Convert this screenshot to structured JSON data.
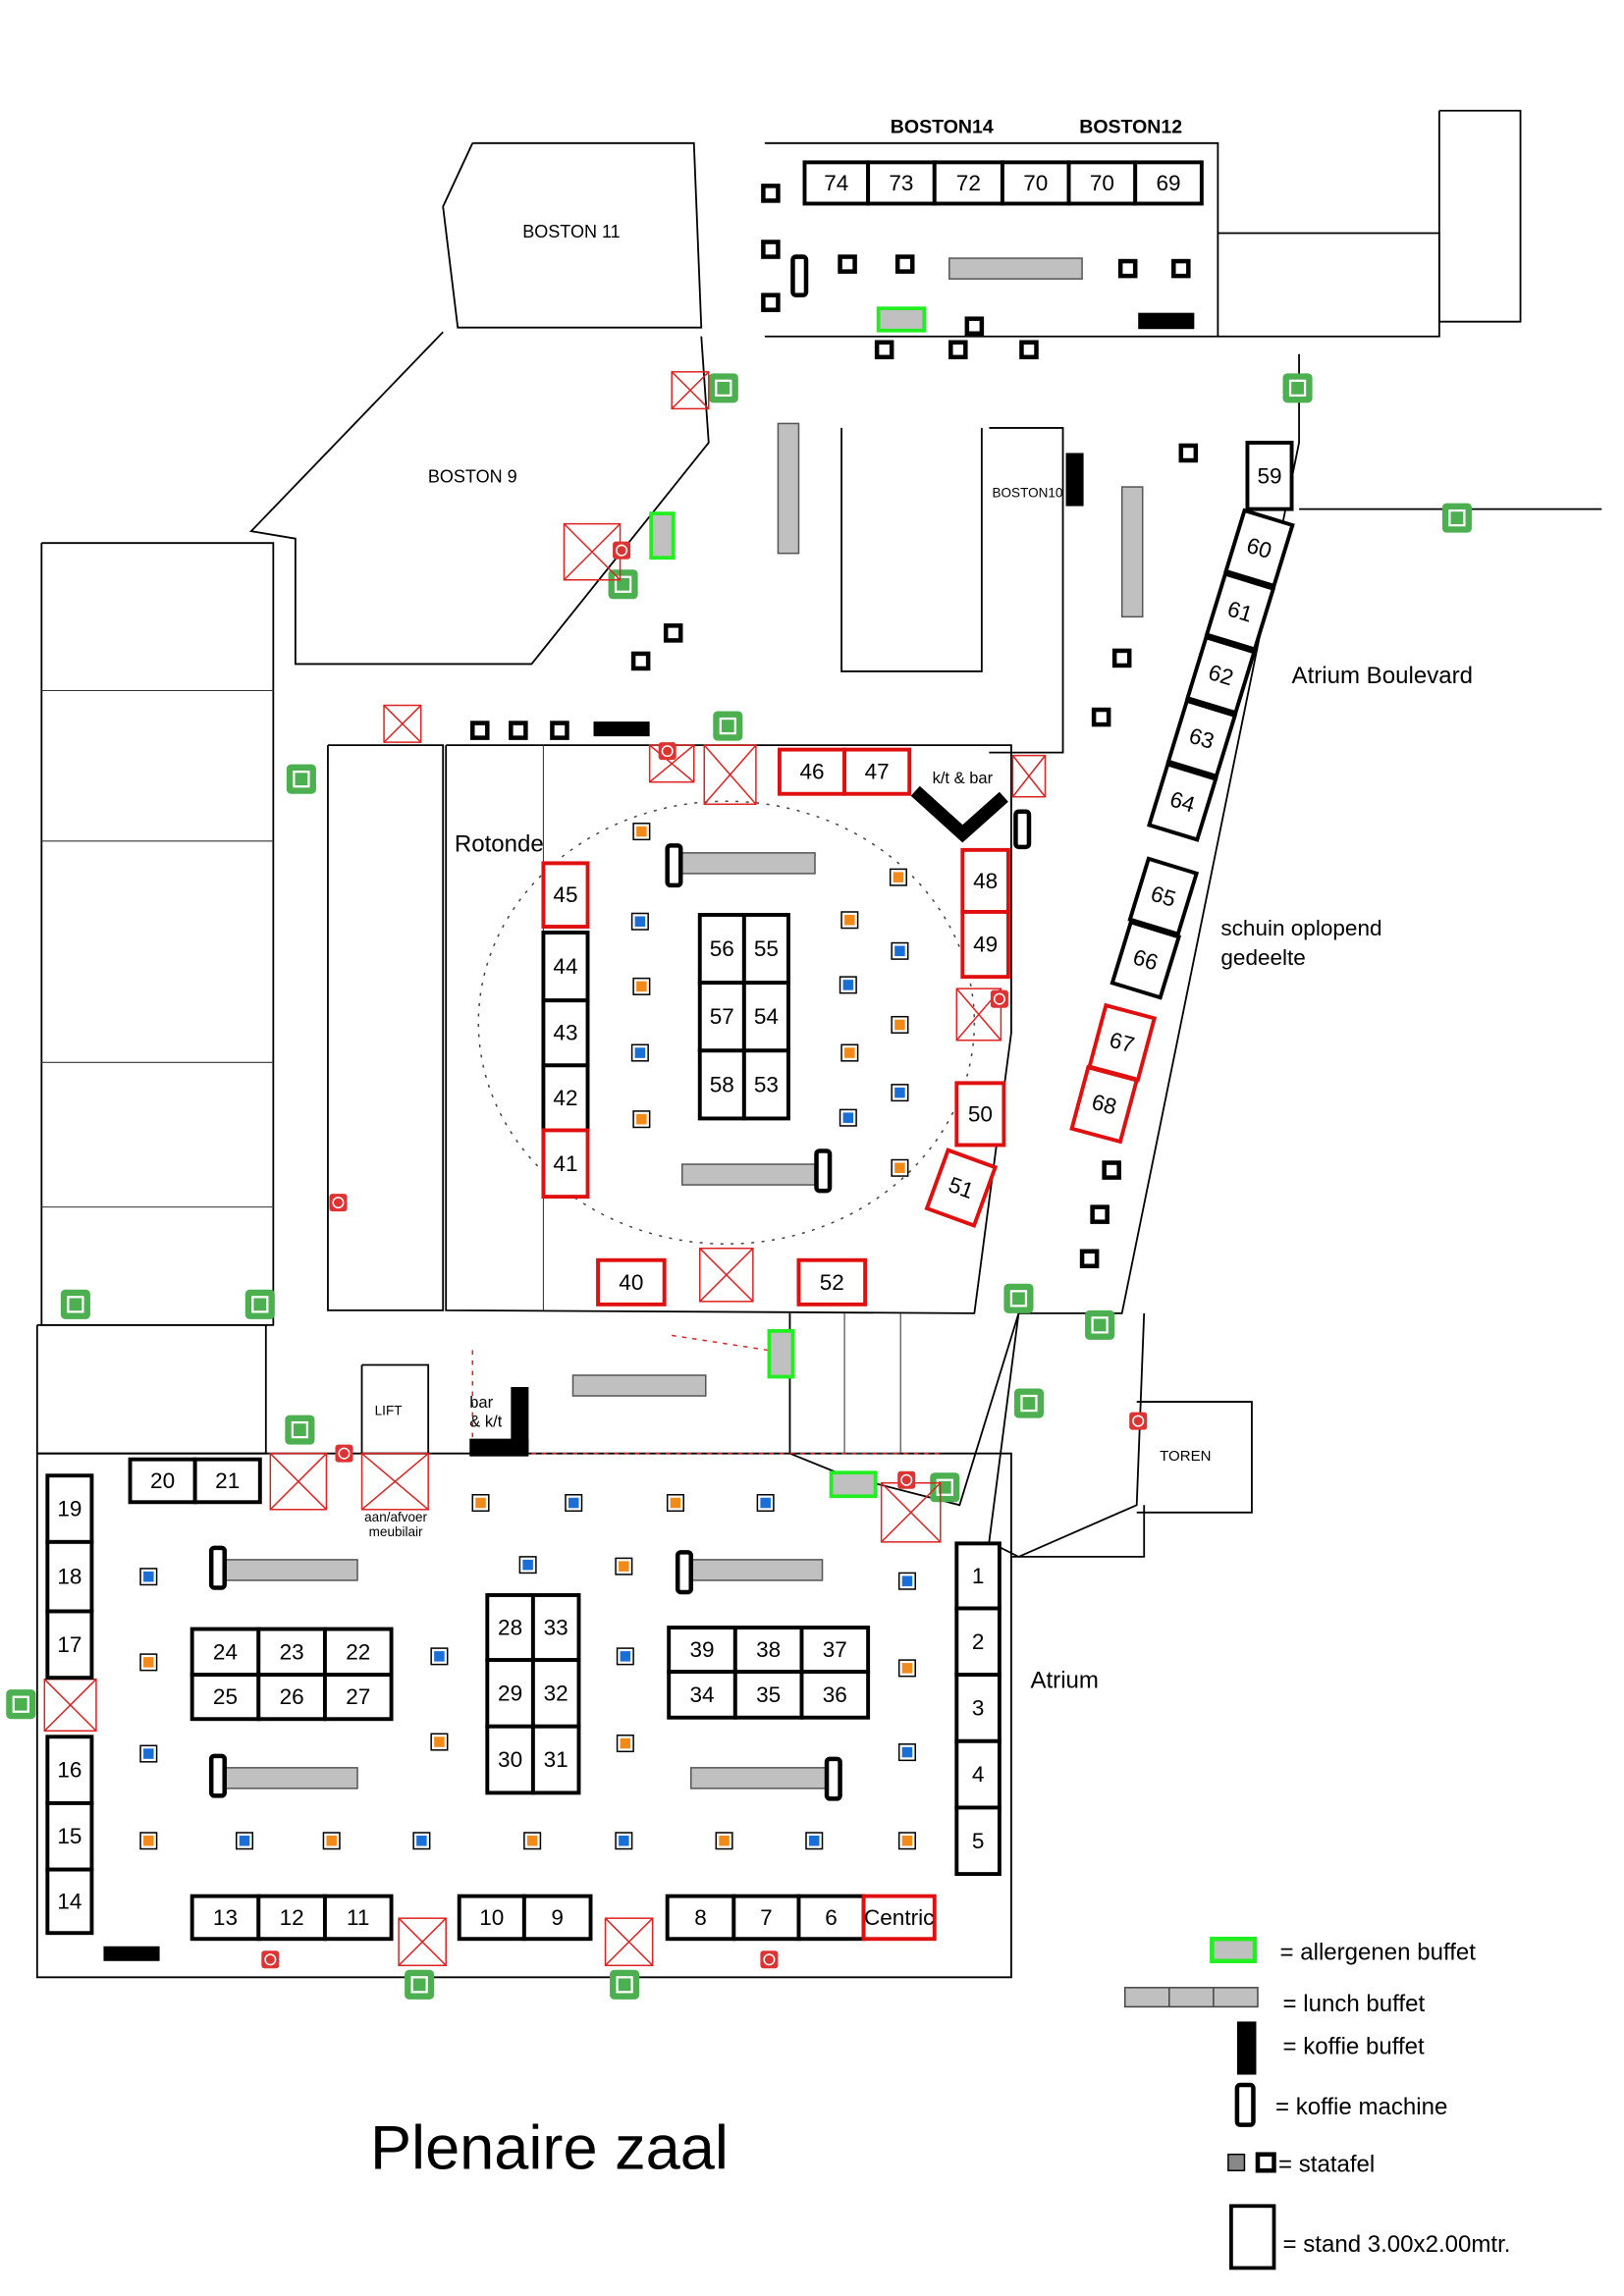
{
  "title": "Plenaire zaal",
  "rooms": {
    "boston14": "BOSTON14",
    "boston12": "BOSTON12",
    "boston11": "BOSTON 11",
    "boston9": "BOSTON 9",
    "boston10": "BOSTON10",
    "rotonde": "Rotonde",
    "kt_bar": "k/t & bar",
    "atrium_boulevard": "Atrium Boulevard",
    "schuin_line1": "schuin oplopend",
    "schuin_line2": "gedeelte",
    "atrium": "Atrium",
    "toren": "TOREN",
    "lift": "LIFT",
    "bar_line1": "bar",
    "bar_line2": "& k/t",
    "meubilair_line1": "aan/afvoer",
    "meubilair_line2": "meubilair"
  },
  "legend": {
    "allergenen": "= allergenen buffet",
    "lunch": "= lunch buffet",
    "koffie_buffet": "= koffie buffet",
    "koffie_machine": "= koffie machine",
    "statafel": "= statafel",
    "stand": "= stand 3.00x2.00mtr."
  },
  "colors": {
    "highlight": "#e01010",
    "normal": "#000000",
    "allergen": "#22ee22",
    "buffet": "#c0c0c0",
    "statafel_orange": "#f28a1a",
    "statafel_blue": "#1a6fd6",
    "exit": "#4caf50",
    "centric_fill": "#d93a2f"
  },
  "stands": [
    {
      "label": "74",
      "highlight": false
    },
    {
      "label": "73",
      "highlight": false
    },
    {
      "label": "72",
      "highlight": false
    },
    {
      "label": "70",
      "highlight": false
    },
    {
      "label": "70",
      "highlight": false
    },
    {
      "label": "69",
      "highlight": false
    },
    {
      "label": "59",
      "highlight": false
    },
    {
      "label": "60",
      "highlight": false
    },
    {
      "label": "61",
      "highlight": false
    },
    {
      "label": "62",
      "highlight": false
    },
    {
      "label": "63",
      "highlight": false
    },
    {
      "label": "64",
      "highlight": false
    },
    {
      "label": "65",
      "highlight": false
    },
    {
      "label": "66",
      "highlight": false
    },
    {
      "label": "67",
      "highlight": true
    },
    {
      "label": "68",
      "highlight": true
    },
    {
      "label": "46",
      "highlight": true
    },
    {
      "label": "47",
      "highlight": true
    },
    {
      "label": "48",
      "highlight": true
    },
    {
      "label": "49",
      "highlight": true
    },
    {
      "label": "45",
      "highlight": true
    },
    {
      "label": "44",
      "highlight": false
    },
    {
      "label": "43",
      "highlight": false
    },
    {
      "label": "42",
      "highlight": false
    },
    {
      "label": "41",
      "highlight": true
    },
    {
      "label": "56",
      "highlight": false
    },
    {
      "label": "55",
      "highlight": false
    },
    {
      "label": "57",
      "highlight": false
    },
    {
      "label": "54",
      "highlight": false
    },
    {
      "label": "58",
      "highlight": false
    },
    {
      "label": "53",
      "highlight": false
    },
    {
      "label": "50",
      "highlight": true
    },
    {
      "label": "51",
      "highlight": true
    },
    {
      "label": "40",
      "highlight": true
    },
    {
      "label": "52",
      "highlight": true
    },
    {
      "label": "20",
      "highlight": false
    },
    {
      "label": "21",
      "highlight": false
    },
    {
      "label": "19",
      "highlight": false
    },
    {
      "label": "18",
      "highlight": false
    },
    {
      "label": "17",
      "highlight": false
    },
    {
      "label": "16",
      "highlight": false
    },
    {
      "label": "15",
      "highlight": false
    },
    {
      "label": "14",
      "highlight": false
    },
    {
      "label": "24",
      "highlight": false
    },
    {
      "label": "23",
      "highlight": false
    },
    {
      "label": "22",
      "highlight": false
    },
    {
      "label": "25",
      "highlight": false
    },
    {
      "label": "26",
      "highlight": false
    },
    {
      "label": "27",
      "highlight": false
    },
    {
      "label": "28",
      "highlight": false
    },
    {
      "label": "33",
      "highlight": false
    },
    {
      "label": "29",
      "highlight": false
    },
    {
      "label": "32",
      "highlight": false
    },
    {
      "label": "30",
      "highlight": false
    },
    {
      "label": "31",
      "highlight": false
    },
    {
      "label": "39",
      "highlight": false
    },
    {
      "label": "38",
      "highlight": false
    },
    {
      "label": "37",
      "highlight": false
    },
    {
      "label": "34",
      "highlight": false
    },
    {
      "label": "35",
      "highlight": false
    },
    {
      "label": "36",
      "highlight": false
    },
    {
      "label": "1",
      "highlight": false
    },
    {
      "label": "2",
      "highlight": false
    },
    {
      "label": "3",
      "highlight": false
    },
    {
      "label": "4",
      "highlight": false
    },
    {
      "label": "5",
      "highlight": false
    },
    {
      "label": "13",
      "highlight": false
    },
    {
      "label": "12",
      "highlight": false
    },
    {
      "label": "11",
      "highlight": false
    },
    {
      "label": "10",
      "highlight": false
    },
    {
      "label": "9",
      "highlight": false
    },
    {
      "label": "8",
      "highlight": false
    },
    {
      "label": "7",
      "highlight": false
    },
    {
      "label": "6",
      "highlight": false
    },
    {
      "label": "Centric",
      "highlight": true
    }
  ]
}
